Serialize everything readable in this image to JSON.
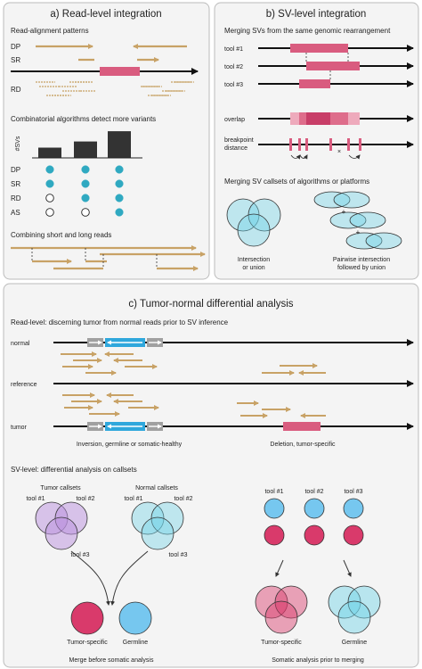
{
  "panel_a": {
    "title": "a) Read-level integration",
    "read_patterns_title": "Read-alignment patterns",
    "dp_label": "DP",
    "sr_label": "SR",
    "rd_label": "RD",
    "combo_title": "Combinatorial algorithms detect more variants",
    "ylabel": "#SVs",
    "rows": [
      "DP",
      "SR",
      "RD",
      "AS"
    ],
    "bar_values": [
      1,
      1.6,
      2.6
    ],
    "matrix": [
      [
        1,
        1,
        1
      ],
      [
        1,
        1,
        1
      ],
      [
        0,
        1,
        1
      ],
      [
        0,
        0,
        1
      ]
    ],
    "combine_title": "Combining short and long reads"
  },
  "panel_b": {
    "title": "b) SV-level integration",
    "merge_title": "Merging SVs from the same genomic rearrangement",
    "tool1": "tool #1",
    "tool2": "tool #2",
    "tool3": "tool #3",
    "overlap": "overlap",
    "bp_line1": "breakpoint",
    "bp_line2": "distance",
    "callsets_title": "Merging SV callsets of algorithms or platforms",
    "inter_line1": "Intersection",
    "inter_line2": "or union",
    "pair_line1": "Pairwise intersection",
    "pair_line2": "followed by union",
    "plus": "+"
  },
  "panel_c": {
    "title": "c) Tumor-normal differential analysis",
    "read_level_title": "Read-level: discerning tumor from normal reads prior to SV inference",
    "normal": "normal",
    "reference": "reference",
    "tumor": "tumor",
    "inv_caption": "Inversion, germline or somatic-healthy",
    "del_caption": "Deletion, tumor-specific",
    "sv_level_title": "SV-level: differential analysis on callsets",
    "tumor_callsets": "Tumor callsets",
    "normal_callsets": "Normal callsets",
    "tool1": "tool #1",
    "tool2": "tool #2",
    "tool3": "tool #3",
    "tumor_specific": "Tumor-specific",
    "germline": "Germline",
    "merge_before": "Merge before somatic analysis",
    "somatic_prior": "Somatic analysis prior to merging"
  },
  "colors": {
    "read": "#c8a266",
    "sv": "#d95c7f",
    "sv_light": "#eeaabc",
    "cyan": "#6fd3e6",
    "cyan_light": "#bff0f7",
    "purple": "#b98fdd",
    "purple_light": "#dcc4f0",
    "magenta": "#d93a6b",
    "blue": "#76c7ef",
    "seg_blue": "#2fa7dc",
    "seg_grey": "#a0a0a0",
    "dot": "#2fa9c1",
    "bar": "#333333"
  }
}
